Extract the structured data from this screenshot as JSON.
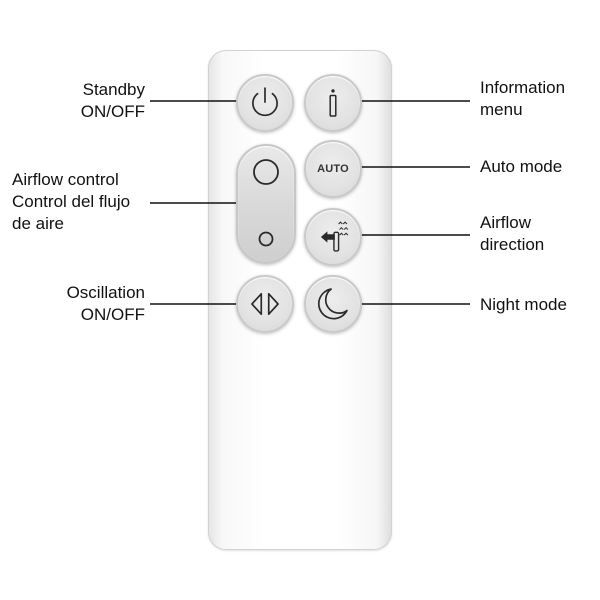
{
  "labels": {
    "standby": {
      "line1": "Standby",
      "line2": "ON/OFF"
    },
    "airflow_control": {
      "line1": "Airflow control",
      "line2": "Control del flujo",
      "line3": "de aire"
    },
    "oscillation": {
      "line1": "Oscillation",
      "line2": "ON/OFF"
    },
    "information": {
      "line1": "Information",
      "line2": "menu"
    },
    "auto": {
      "line1": "Auto mode"
    },
    "airflow_direction": {
      "line1": "Airflow",
      "line2": "direction"
    },
    "night": {
      "line1": "Night mode"
    }
  },
  "buttons": {
    "auto_text": "AUTO"
  },
  "icons": {
    "standby": "power-icon",
    "information": "info-icon",
    "airflow_up": "circle-large-icon",
    "airflow_down": "circle-small-icon",
    "oscillation": "left-right-triangles-icon",
    "airflow_direction": "airflow-direction-icon",
    "night": "crescent-moon-icon"
  },
  "colors": {
    "remote_body": "#ffffff",
    "button": "#e2e2e2",
    "icon_stroke": "#2a2a2a",
    "leader_line": "#111111",
    "text": "#111111"
  }
}
